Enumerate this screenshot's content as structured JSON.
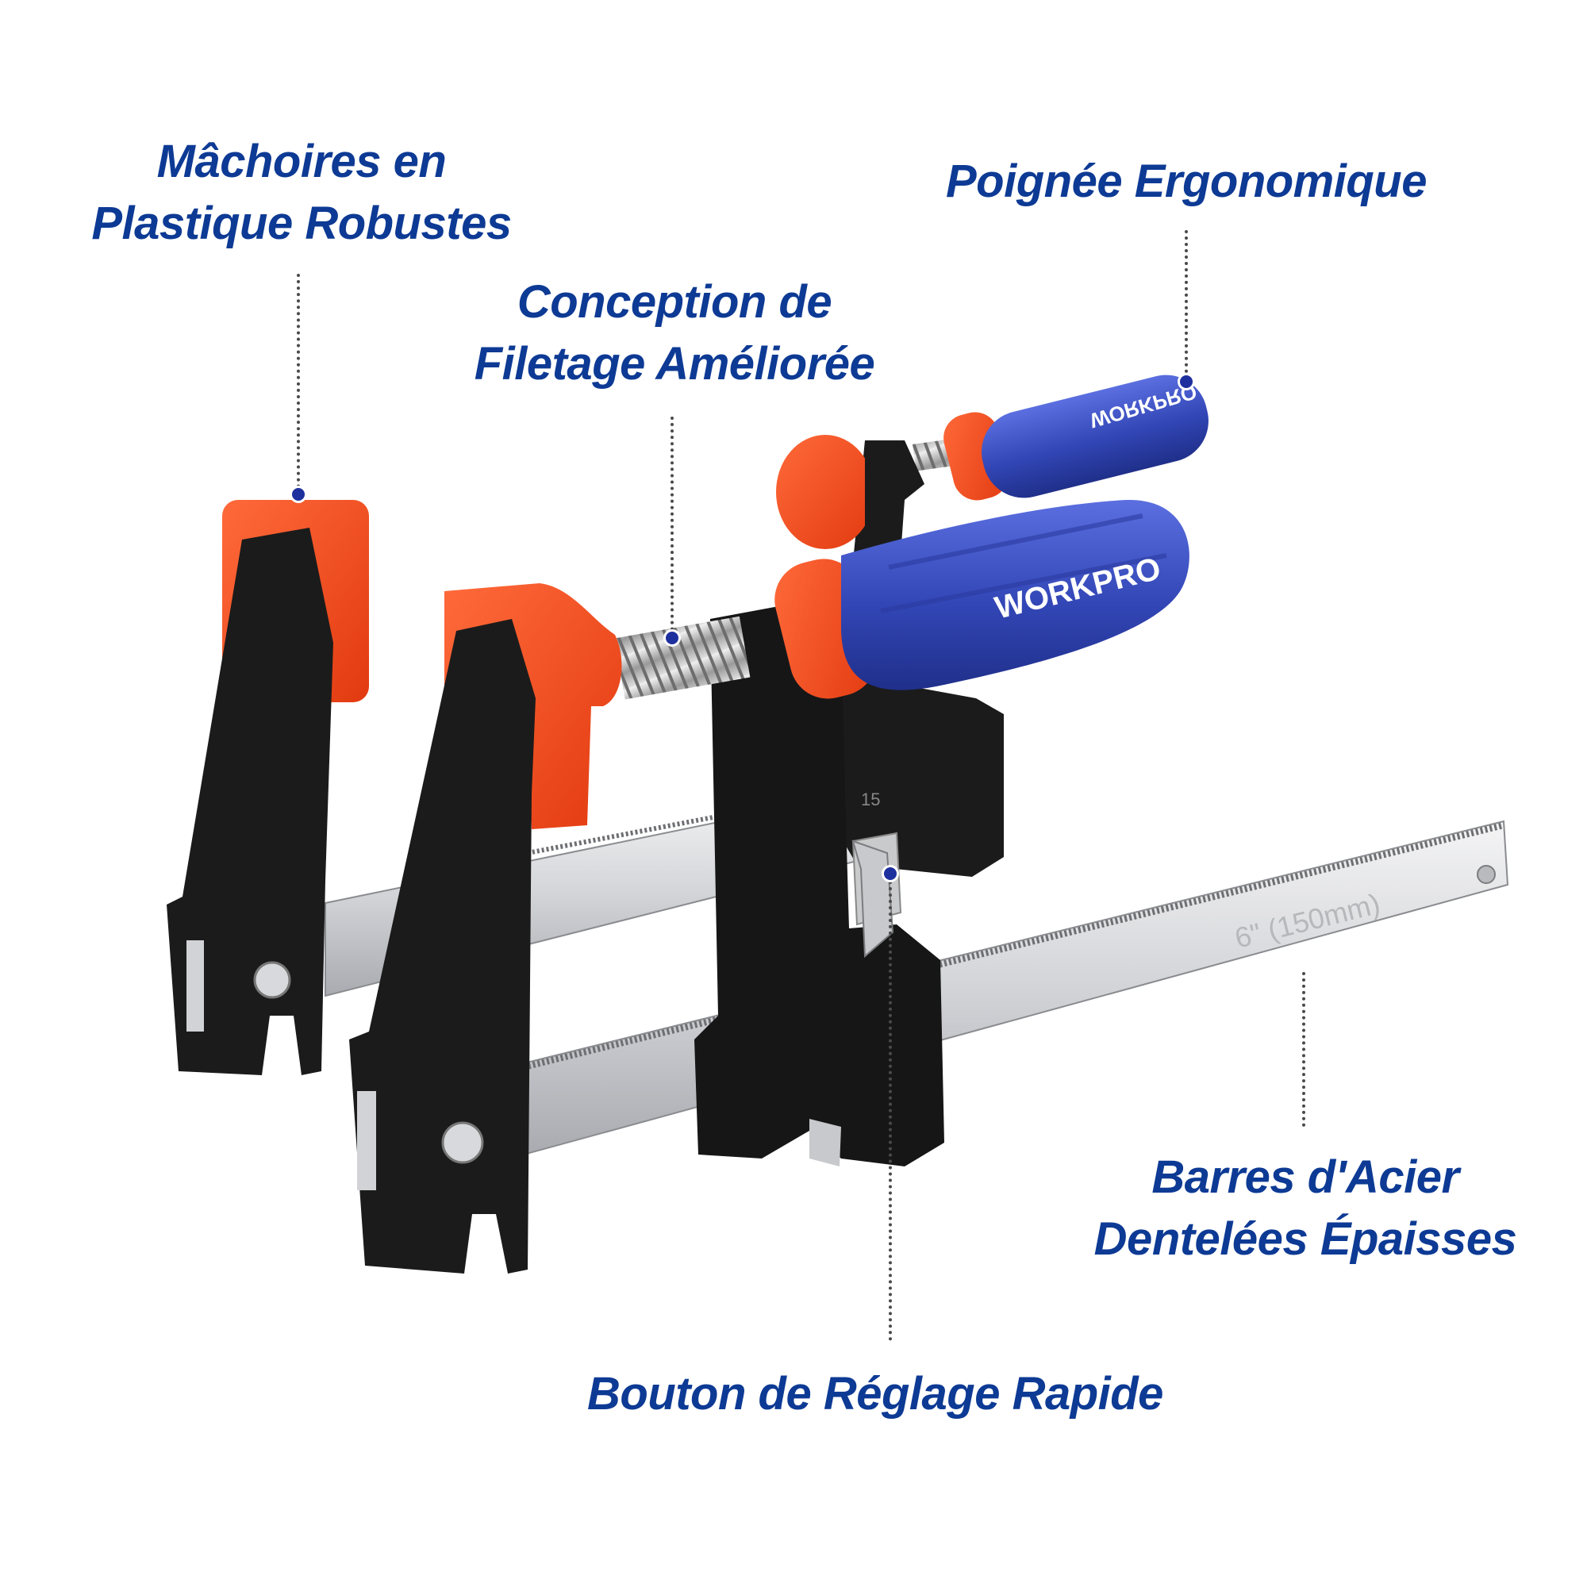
{
  "callouts": {
    "jaws": {
      "line1": "Mâchoires en",
      "line2": "Plastique Robustes"
    },
    "handle": {
      "line1": "Poignée Ergonomique"
    },
    "thread": {
      "line1": "Conception de",
      "line2": "Filetage Améliorée"
    },
    "bars": {
      "line1": "Barres d'Acier",
      "line2": "Dentelées Épaisses"
    },
    "button": {
      "line1": "Bouton de Réglage Rapide"
    }
  },
  "product": {
    "brand_front": "WORKPRO",
    "brand_back": "WORKPRO",
    "bar_marking": "6\" (150mm)",
    "bar_marking_back": "15"
  },
  "colors": {
    "label_blue": "#0d3a94",
    "pad_orange": "#ff4a1c",
    "handle_blue": "#3347b8",
    "body_black": "#1b1b1b",
    "steel": "#d9dadd"
  }
}
